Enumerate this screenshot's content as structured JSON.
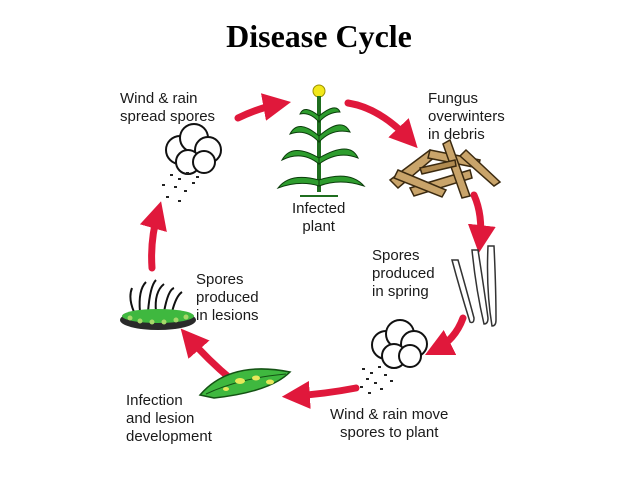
{
  "title": "Disease Cycle",
  "stages": [
    {
      "id": "infected-plant",
      "label": "Infected\nplant"
    },
    {
      "id": "fungus-overwinters",
      "label": "Fungus\noverwinters\nin debris"
    },
    {
      "id": "spores-spring",
      "label": "Spores\nproduced\nin spring"
    },
    {
      "id": "wind-rain-move",
      "label": "Wind & rain move\nspores to plant"
    },
    {
      "id": "infection-lesion",
      "label": "Infection\nand lesion\ndevelopment"
    },
    {
      "id": "spores-lesions",
      "label": "Spores\nproduced\nin lesions"
    },
    {
      "id": "wind-rain-spread",
      "label": "Wind & rain\nspread spores"
    }
  ],
  "colors": {
    "arrow": "#e0183b",
    "plant": "#2e9d2e",
    "debris": "#c9a46a",
    "leaf": "#3fb83f",
    "lesion": "#e8e85a"
  }
}
